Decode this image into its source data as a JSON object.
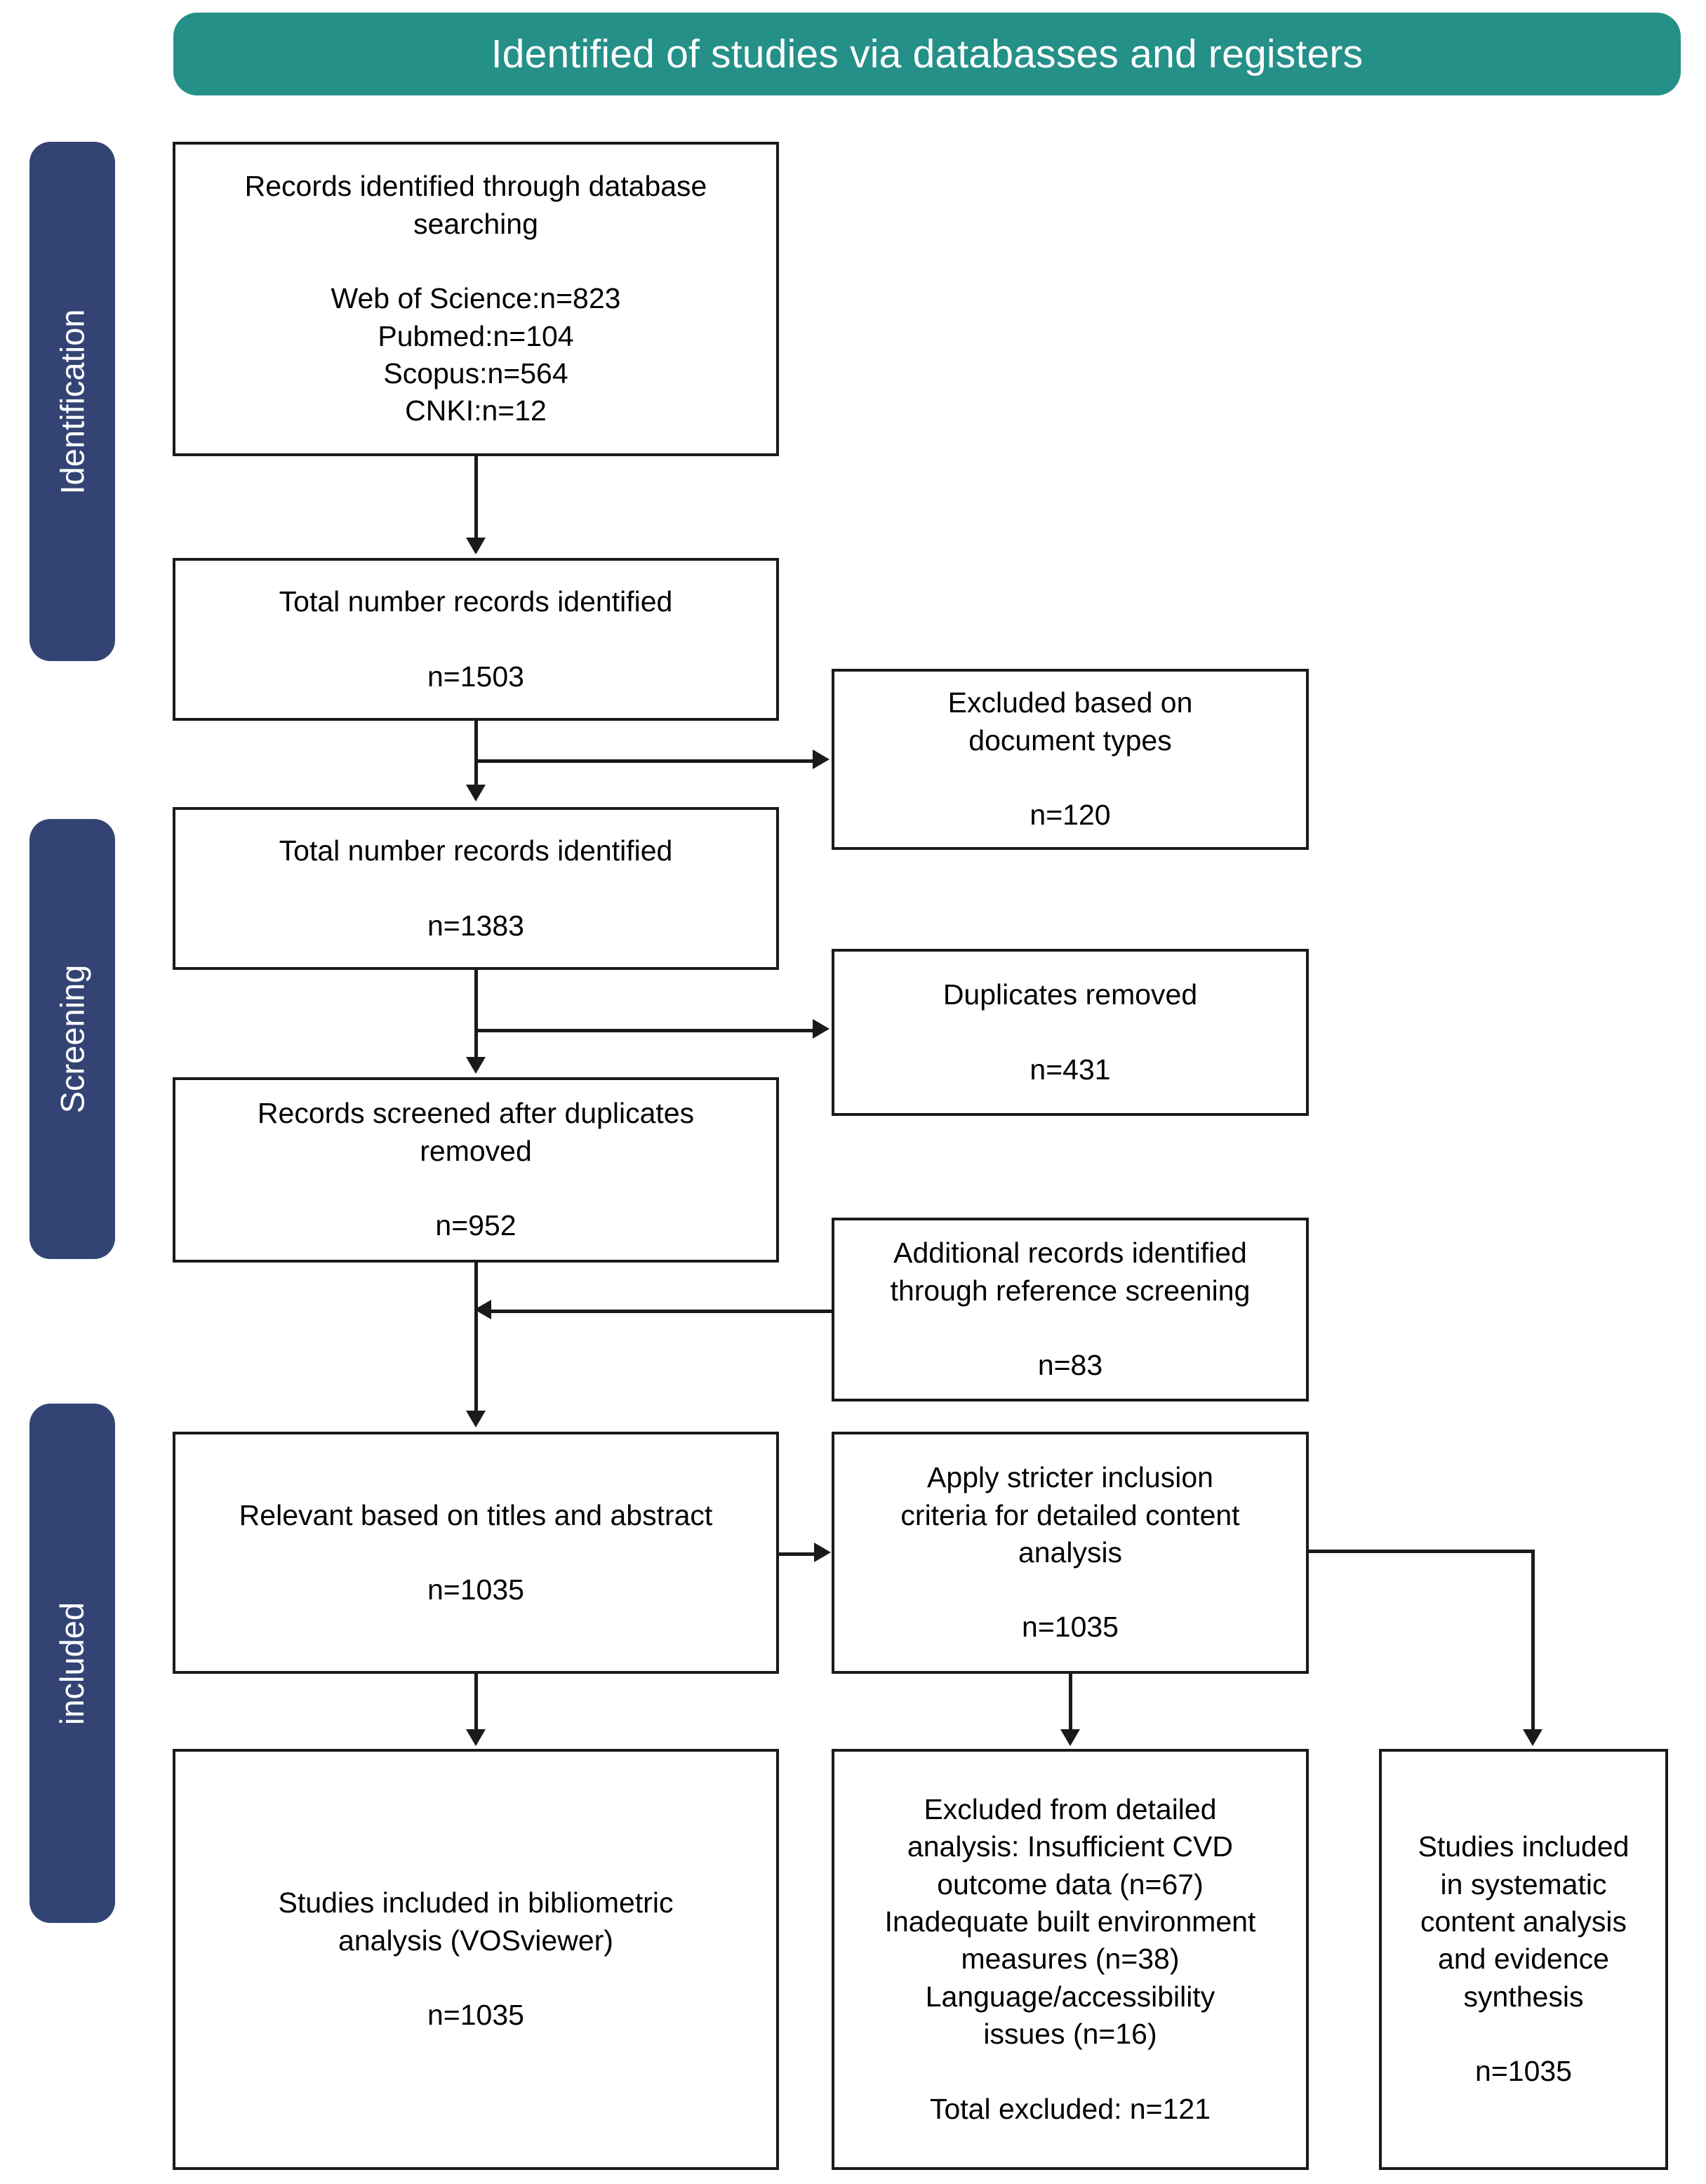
{
  "banner": {
    "title": "Identified of studies via databasses and registers",
    "color": "#249088"
  },
  "stages": [
    {
      "label": "Identification",
      "color": "#334474"
    },
    {
      "label": "Screening",
      "color": "#334474"
    },
    {
      "label": "included",
      "color": "#334474"
    }
  ],
  "boxes": {
    "records_identified": {
      "text": "Records identified through database\nsearching\n\nWeb of Science:n=823\nPubmed:n=104\nScopus:n=564\nCNKI:n=12"
    },
    "total_records_1503": {
      "text": "Total number records identified\n\nn=1503"
    },
    "excluded_doc_types": {
      "text": "Excluded based on\ndocument types\n\nn=120"
    },
    "total_records_1383": {
      "text": "Total number records identified\n\nn=1383"
    },
    "duplicates_removed": {
      "text": "Duplicates removed\n\nn=431"
    },
    "records_screened": {
      "text": "Records screened after duplicates\nremoved\n\nn=952"
    },
    "additional_records": {
      "text": "Additional records identified\nthrough reference screening\n\nn=83"
    },
    "relevant_titles": {
      "text": "Relevant based on titles and abstract\n\nn=1035"
    },
    "apply_stricter": {
      "text": "Apply stricter inclusion\ncriteria for detailed content\nanalysis\n\nn=1035"
    },
    "bibliometric": {
      "text": "Studies included in bibliometric\nanalysis (VOSviewer)\n\nn=1035"
    },
    "excluded_detailed": {
      "text": "Excluded from detailed\nanalysis: Insufficient CVD\noutcome data (n=67)\nInadequate built environment\nmeasures (n=38)\nLanguage/accessibility\nissues (n=16)\n\nTotal excluded: n=121"
    },
    "systematic_content": {
      "text": "Studies included\nin systematic\ncontent analysis\nand evidence\nsynthesis\n\nn=1035"
    }
  },
  "chart_data": {
    "type": "diagram",
    "title": "PRISMA flow diagram",
    "nodes": [
      {
        "id": "records_identified",
        "stage": "Identification",
        "n": null,
        "breakdown": {
          "Web of Science": 823,
          "Pubmed": 104,
          "Scopus": 564,
          "CNKI": 12
        }
      },
      {
        "id": "total_records_1503",
        "stage": "Identification",
        "n": 1503
      },
      {
        "id": "excluded_doc_types",
        "stage": "Identification",
        "n": 120
      },
      {
        "id": "total_records_1383",
        "stage": "Screening",
        "n": 1383
      },
      {
        "id": "duplicates_removed",
        "stage": "Screening",
        "n": 431
      },
      {
        "id": "records_screened",
        "stage": "Screening",
        "n": 952
      },
      {
        "id": "additional_records",
        "stage": "Screening",
        "n": 83
      },
      {
        "id": "relevant_titles",
        "stage": "included",
        "n": 1035
      },
      {
        "id": "apply_stricter",
        "stage": "included",
        "n": 1035
      },
      {
        "id": "bibliometric",
        "stage": "included",
        "n": 1035
      },
      {
        "id": "excluded_detailed",
        "stage": "included",
        "n": 121,
        "breakdown": {
          "Insufficient CVD outcome data": 67,
          "Inadequate built environment measures": 38,
          "Language/accessibility issues": 16
        }
      },
      {
        "id": "systematic_content",
        "stage": "included",
        "n": 1035
      }
    ],
    "edges": [
      {
        "from": "records_identified",
        "to": "total_records_1503"
      },
      {
        "from": "total_records_1503",
        "to": "excluded_doc_types"
      },
      {
        "from": "total_records_1503",
        "to": "total_records_1383"
      },
      {
        "from": "total_records_1383",
        "to": "duplicates_removed"
      },
      {
        "from": "total_records_1383",
        "to": "records_screened"
      },
      {
        "from": "additional_records",
        "to": "records_screened"
      },
      {
        "from": "records_screened",
        "to": "relevant_titles"
      },
      {
        "from": "relevant_titles",
        "to": "apply_stricter"
      },
      {
        "from": "relevant_titles",
        "to": "bibliometric"
      },
      {
        "from": "apply_stricter",
        "to": "excluded_detailed"
      },
      {
        "from": "apply_stricter",
        "to": "systematic_content"
      }
    ]
  }
}
